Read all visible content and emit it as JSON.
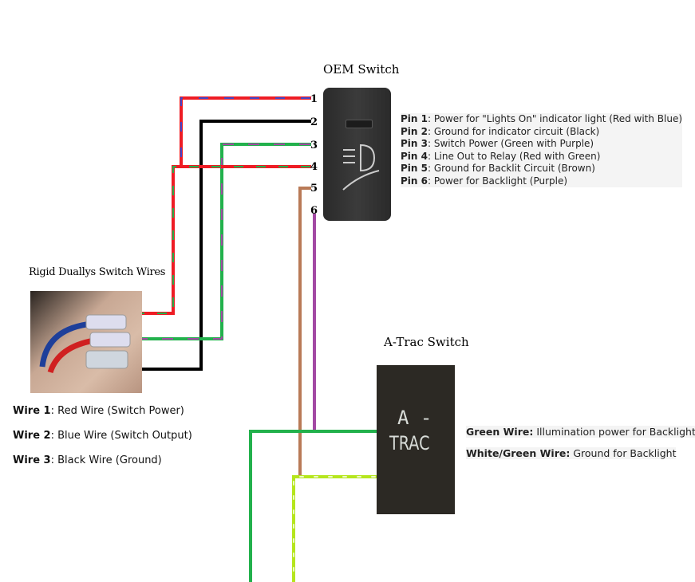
{
  "oem_switch": {
    "title": "OEM Switch",
    "pin_numbers": [
      "1",
      "2",
      "3",
      "4",
      "5",
      "6"
    ]
  },
  "pins": [
    {
      "label": "Pin 1",
      "desc": ": Power for \"Lights On\" indicator light (Red with Blue)"
    },
    {
      "label": "Pin 2",
      "desc": ": Ground for indicator circuit (Black)"
    },
    {
      "label": "Pin 3",
      "desc": ": Switch Power (Green with Purple)"
    },
    {
      "label": "Pin 4",
      "desc": ": Line Out to Relay (Red with Green)"
    },
    {
      "label": "Pin 5",
      "desc": ": Ground for Backlit Circuit (Brown)"
    },
    {
      "label": "Pin 6",
      "desc": ": Power for Backlight (Purple)"
    }
  ],
  "rigid": {
    "title": "Rigid Duallys Switch Wires"
  },
  "wires": [
    {
      "label": "Wire 1",
      "desc": ": Red Wire (Switch Power)"
    },
    {
      "label": "Wire 2",
      "desc": ": Blue Wire (Switch Output)"
    },
    {
      "label": "Wire 3",
      "desc": ": Black Wire (Ground)"
    }
  ],
  "atrac": {
    "title": "A-Trac Switch",
    "face_line1": "A -",
    "face_line2": "TRAC",
    "notes": [
      {
        "label": "Green Wire:",
        "desc": " Illumination power for Backlight"
      },
      {
        "label": "White/Green Wire:",
        "desc": " Ground for Backlight"
      }
    ]
  },
  "colors": {
    "red": "#ee1c24",
    "blue": "#3f48cc",
    "black": "#000000",
    "green": "#22b14c",
    "purple": "#a349a4",
    "brown": "#b97a57",
    "lime": "#b5e61d"
  }
}
